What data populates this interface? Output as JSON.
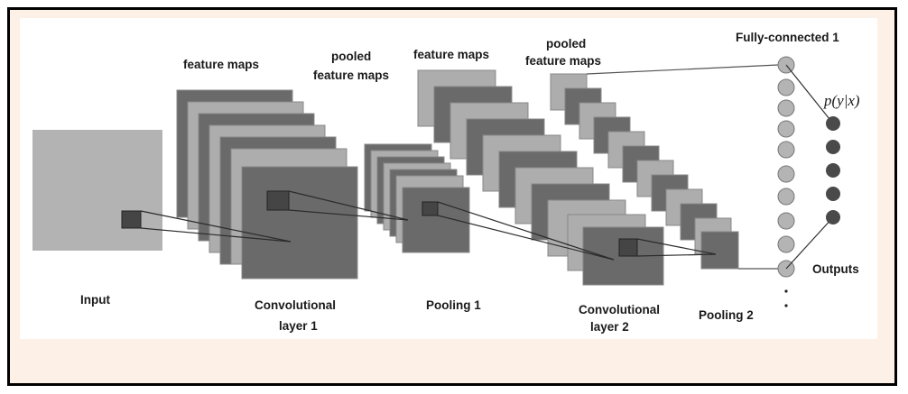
{
  "labels": {
    "input": "Input",
    "feature_maps_1": "feature maps",
    "pooled_1a": "pooled",
    "pooled_1b": "feature maps",
    "feature_maps_2": "feature maps",
    "pooled_2a": "pooled",
    "pooled_2b": "feature maps",
    "fc": "Fully-connected 1",
    "prob": "p(y|x)",
    "conv1a": "Convolutional",
    "conv1b": "layer 1",
    "pool1": "Pooling 1",
    "conv2a": "Convolutional",
    "conv2b": "layer 2",
    "pool2": "Pooling 2",
    "outputs": "Outputs"
  },
  "colors": {
    "frame_border": "#000000",
    "frame_bg": "#fdf0e6",
    "panel_bg": "#ffffff",
    "map_light": "#a9a9a9",
    "map_dark": "#696969",
    "input_fill": "#b3b3b3",
    "kernel_fill": "#454545",
    "fc_node": "#b4b4b4",
    "output_node": "#4a4a4a",
    "line": "#2b2b2b"
  },
  "structure": {
    "conv1_maps": 7,
    "pool1_maps": 7,
    "conv2_maps": 10,
    "pool2_maps": 10,
    "fc_nodes_visible": 10,
    "output_nodes": 5
  }
}
